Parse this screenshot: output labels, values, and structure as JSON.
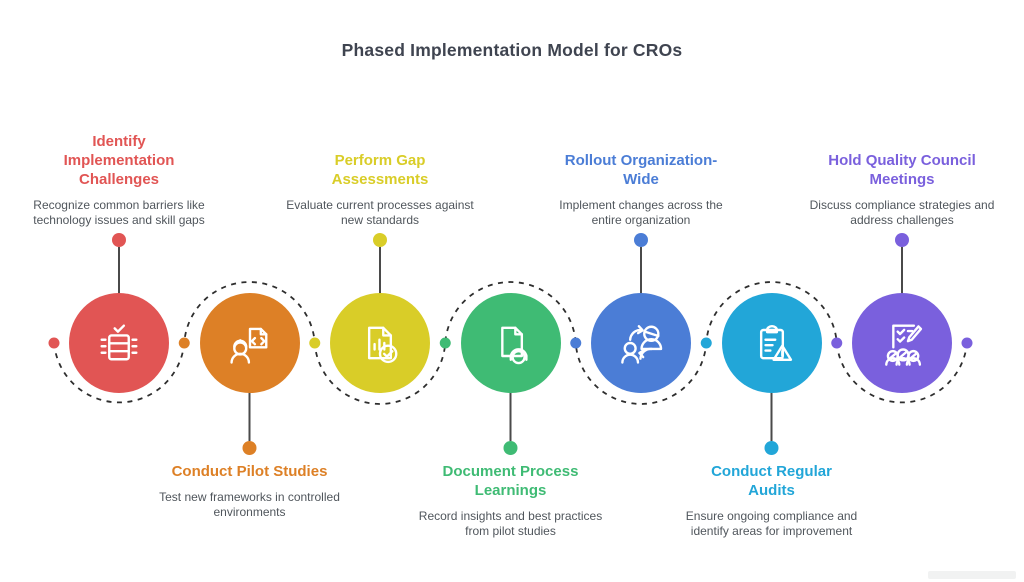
{
  "title": "Phased Implementation Model for CROs",
  "title_color": "#3f4450",
  "description_color": "#50565c",
  "wave_color": "#2e2e2e",
  "phases": [
    {
      "title": "Identify Implementation Challenges",
      "desc": "Recognize common barriers like technology issues and skill gaps",
      "color": "#e15554",
      "icon": "server-check-icon",
      "position": "top"
    },
    {
      "title": "Conduct Pilot Studies",
      "desc": "Test new frameworks in controlled environments",
      "color": "#dd8026",
      "icon": "engineer-code-document-icon",
      "position": "bottom"
    },
    {
      "title": "Perform Gap Assessments",
      "desc": "Evaluate current processes against new standards",
      "color": "#d9cd28",
      "icon": "report-chart-check-icon",
      "position": "top"
    },
    {
      "title": "Document Process Learnings",
      "desc": "Record insights and best practices from pilot studies",
      "color": "#3fbb74",
      "icon": "document-support-icon",
      "position": "bottom"
    },
    {
      "title": "Rollout Organization-Wide",
      "desc": "Implement changes across the entire organization",
      "color": "#4b7dd6",
      "icon": "people-exchange-icon",
      "position": "top"
    },
    {
      "title": "Conduct Regular Audits",
      "desc": "Ensure ongoing compliance and identify areas for improvement",
      "color": "#22a6d8",
      "icon": "clipboard-alert-icon",
      "position": "bottom"
    },
    {
      "title": "Hold Quality Council Meetings",
      "desc": "Discuss compliance strategies and address challenges",
      "color": "#7a60dd",
      "icon": "meeting-checklist-icon",
      "position": "top"
    }
  ],
  "dots": [
    "#e15554",
    "#dd8026",
    "#d9cd28",
    "#3fbb74",
    "#4b7dd6",
    "#22a6d8",
    "#7a60dd",
    "#7a60dd"
  ]
}
